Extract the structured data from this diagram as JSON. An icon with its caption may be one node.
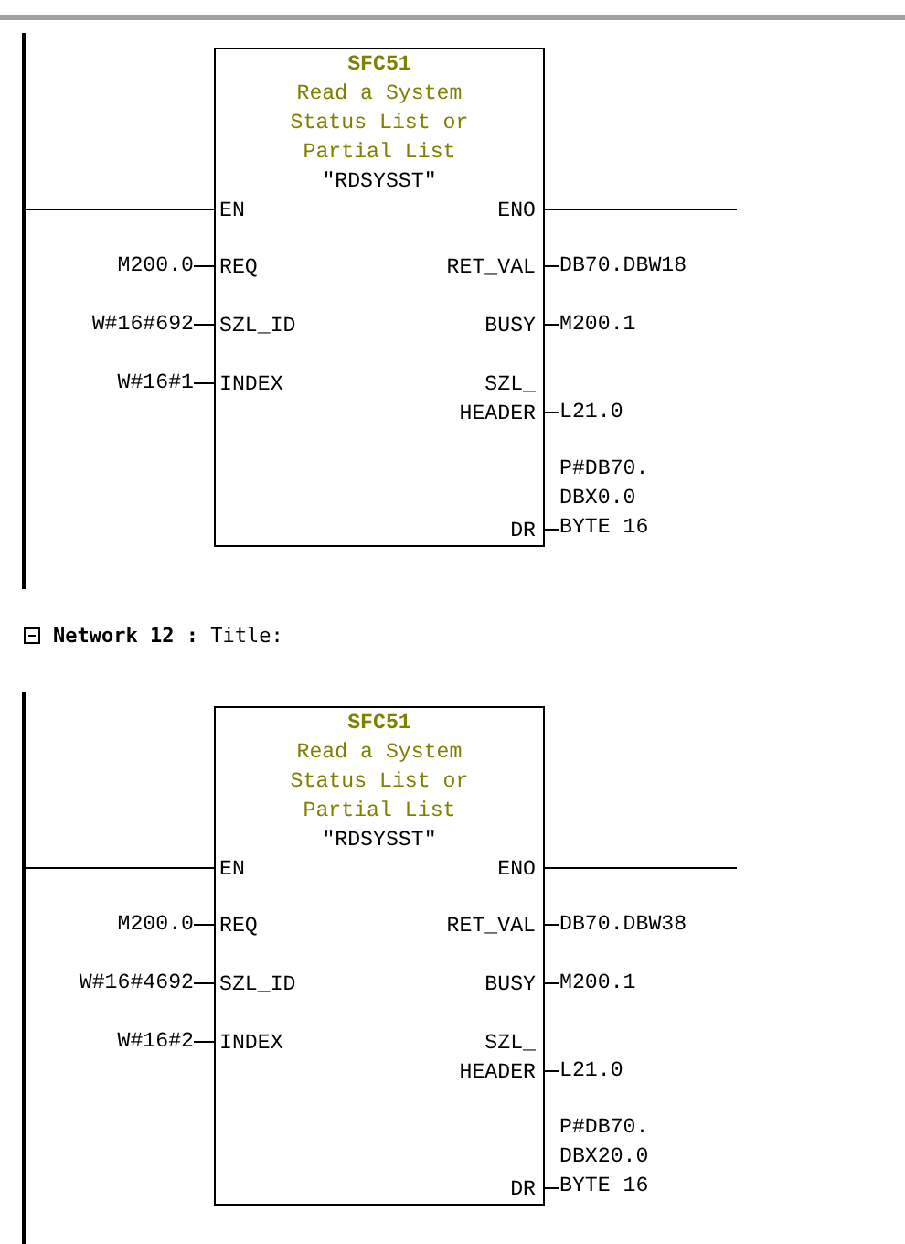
{
  "diagram": {
    "nodes": [
      {
        "text": [],
        "shape": "bar"
      },
      {
        "text": [
          "SFC51",
          "Read a System Status List or Partial List",
          "″RDSYSST″"
        ]
      },
      {
        "text": [
          "M200.0"
        ]
      },
      {
        "text": [
          "W#16#692"
        ]
      },
      {
        "text": [
          "W#16#1"
        ]
      },
      {
        "text": [
          "DB70.DBW18"
        ]
      },
      {
        "text": [
          "M200.1"
        ]
      },
      {
        "text": [
          "L21.0"
        ]
      },
      {
        "text": [
          "P#DB70. DBX0.0 BYTE 16"
        ]
      },
      {
        "text": [],
        "shape": "bar"
      },
      {
        "text": [
          "SFC51",
          "Read a System Status List or Partial List",
          "″RDSYSST″"
        ]
      },
      {
        "text": [
          "M200.0"
        ]
      },
      {
        "text": [
          "W#16#4692"
        ]
      },
      {
        "text": [
          "W#16#2"
        ]
      },
      {
        "text": [
          "DB70.DBW38"
        ]
      },
      {
        "text": [
          "M200.1"
        ]
      },
      {
        "text": [
          "L21.0"
        ]
      },
      {
        "text": [
          "P#DB70. DBX20.0 BYTE 16"
        ]
      }
    ],
    "edges": [
      {
        "from": 0,
        "to": 1,
        "arrow": "none"
      },
      {
        "from": 1,
        "to": null,
        "arrow": "none"
      },
      {
        "from": 2,
        "to": 1,
        "arrow": "none"
      },
      {
        "from": 3,
        "to": 1,
        "arrow": "none"
      },
      {
        "from": 4,
        "to": 1,
        "arrow": "none"
      },
      {
        "from": 1,
        "to": 5,
        "arrow": "none"
      },
      {
        "from": 1,
        "to": 6,
        "arrow": "none"
      },
      {
        "from": 1,
        "to": 7,
        "arrow": "none"
      },
      {
        "from": 1,
        "to": 8,
        "arrow": "none"
      },
      {
        "from": 9,
        "to": 10,
        "arrow": "none"
      },
      {
        "from": 10,
        "to": null,
        "arrow": "none"
      },
      {
        "from": 11,
        "to": 10,
        "arrow": "none"
      },
      {
        "from": 12,
        "to": 10,
        "arrow": "none"
      },
      {
        "from": 13,
        "to": 10,
        "arrow": "none"
      },
      {
        "from": 10,
        "to": 14,
        "arrow": "none"
      },
      {
        "from": 10,
        "to": 15,
        "arrow": "none"
      },
      {
        "from": 10,
        "to": 16,
        "arrow": "none"
      },
      {
        "from": 10,
        "to": 17,
        "arrow": "none"
      }
    ],
    "labels": [
      "EN",
      "ENO",
      "REQ",
      "RET_VAL",
      "SZL_ID",
      "BUSY",
      "INDEX",
      "SZL_ HEADER",
      "DR",
      "**Network 12 :** Title:",
      "EN",
      "ENO",
      "REQ",
      "RET_VAL",
      "SZL_ID",
      "BUSY",
      "INDEX",
      "SZL_ HEADER",
      "DR"
    ]
  }
}
